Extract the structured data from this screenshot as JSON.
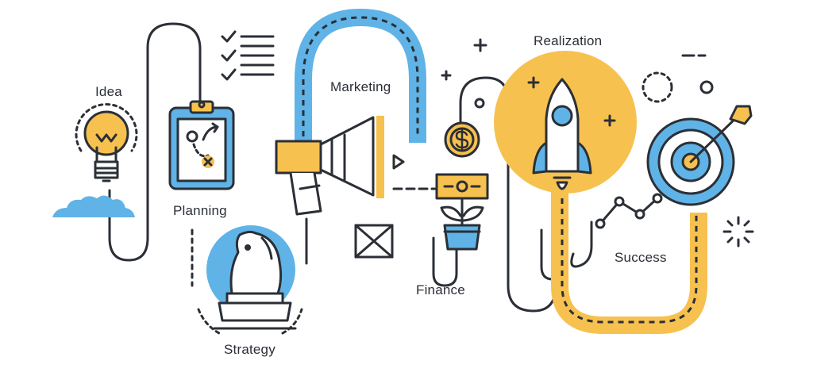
{
  "labels": {
    "idea": "Idea",
    "planning": "Planning",
    "marketing": "Marketing",
    "realization": "Realization",
    "finance": "Finance",
    "success": "Success",
    "strategy": "Strategy"
  },
  "icons": [
    "light-bulb-icon",
    "clipboard-plan-icon",
    "checklist-icon",
    "megaphone-icon",
    "chess-knight-icon",
    "dollar-coin-icon",
    "money-plant-icon",
    "rocket-icon",
    "target-arrow-icon",
    "growth-chart-icon",
    "x-box-icon",
    "cloud-icon"
  ],
  "colors": {
    "outline": "#2b2f36",
    "yellow": "#f6c14f",
    "blue": "#5fb3e6",
    "white": "#ffffff"
  }
}
